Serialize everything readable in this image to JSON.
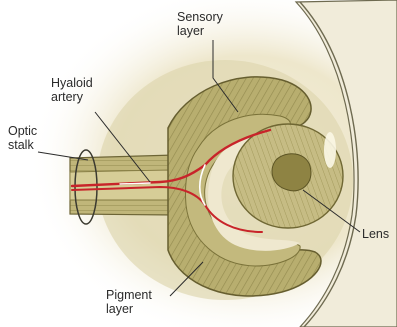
{
  "labels": {
    "sensory_layer": [
      "Sensory",
      "layer"
    ],
    "hyaloid_artery": [
      "Hyaloid",
      "artery"
    ],
    "optic_stalk": [
      "Optic",
      "stalk"
    ],
    "lens": "Lens",
    "pigment_layer": [
      "Pigment",
      "layer"
    ]
  },
  "colors": {
    "background_tissue": "#ece5c9",
    "outer_mesenchyme": "#d7cfa5",
    "cup_fill": "#b5ab6b",
    "cup_stripes": "#8f864b",
    "inner_cavity": "#efe8cf",
    "lens_fill": "#bcb27a",
    "lens_nucleus": "#8e8343",
    "artery": "#c8242a",
    "ectoderm_line": "#6e6a50",
    "leader_line": "#2b2b2b"
  }
}
